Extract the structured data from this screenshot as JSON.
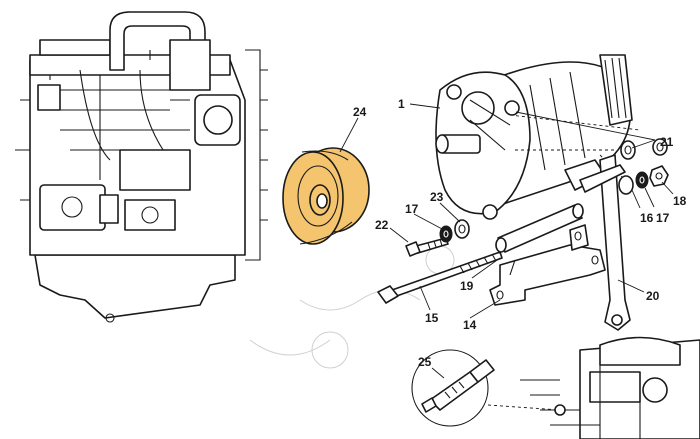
{
  "diagram": {
    "accent_color": "#f5c46e",
    "callouts": [
      {
        "id": "1",
        "text": "1"
      },
      {
        "id": "14",
        "text": "14"
      },
      {
        "id": "15",
        "text": "15"
      },
      {
        "id": "16",
        "text": "16"
      },
      {
        "id": "17a",
        "text": "17"
      },
      {
        "id": "17b",
        "text": "17"
      },
      {
        "id": "18",
        "text": "18"
      },
      {
        "id": "19",
        "text": "19"
      },
      {
        "id": "20",
        "text": "20"
      },
      {
        "id": "21",
        "text": "21"
      },
      {
        "id": "22",
        "text": "22"
      },
      {
        "id": "23",
        "text": "23"
      },
      {
        "id": "24",
        "text": "24"
      },
      {
        "id": "25",
        "text": "25"
      }
    ]
  }
}
